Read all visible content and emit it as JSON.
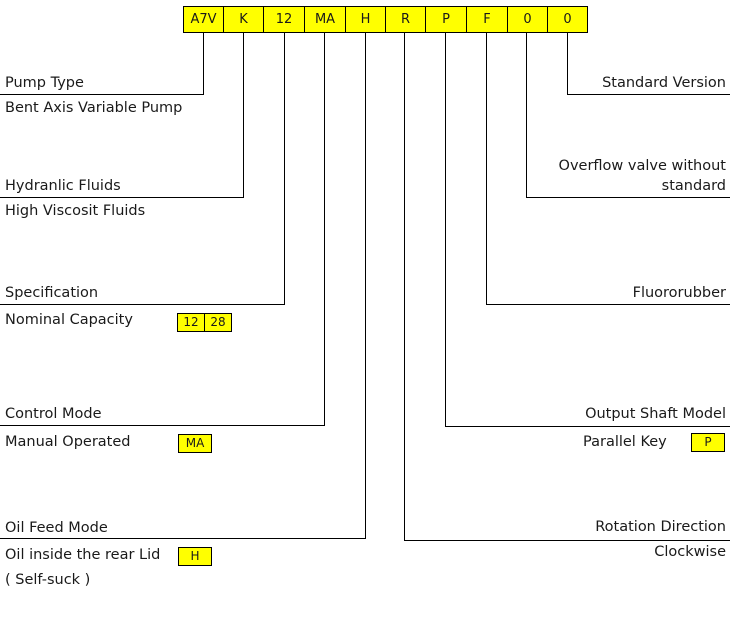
{
  "code": [
    "A7V",
    "K",
    "12",
    "MA",
    "H",
    "R",
    "P",
    "F",
    "0",
    "0"
  ],
  "left": {
    "pump_type": {
      "title": "Pump Type",
      "value": "Bent Axis Variable Pump"
    },
    "fluids": {
      "title": "Hydranlic Fluids",
      "value": "High Viscosit Fluids"
    },
    "spec": {
      "title": "Specification",
      "value": "Nominal Capacity",
      "tags": [
        "12",
        "28"
      ]
    },
    "control": {
      "title": "Control Mode",
      "value": "Manual Operated",
      "tag": "MA"
    },
    "oil_feed": {
      "title": "Oil Feed Mode",
      "value": "Oil inside the rear Lid",
      "note": "( Self-suck )",
      "tag": "H"
    }
  },
  "right": {
    "version": {
      "title": "Standard Version"
    },
    "overflow": {
      "line1": "Overflow valve without",
      "line2": "standard"
    },
    "seal": {
      "title": "Fluororubber"
    },
    "shaft": {
      "title": "Output Shaft Model",
      "value": "Parallel Key",
      "tag": "P"
    },
    "rotation": {
      "title": "Rotation Direction",
      "value": "Clockwise"
    }
  },
  "colors": {
    "box_fill": "#ffff00",
    "line": "#000000",
    "text": "#1a1a1a"
  }
}
